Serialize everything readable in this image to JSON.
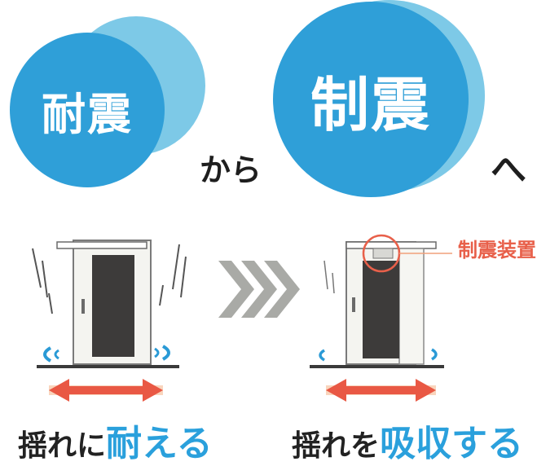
{
  "headline": {
    "from_text": "耐震",
    "joiner_text": "から",
    "to_text": "制震",
    "tail_text": "へ"
  },
  "left_panel": {
    "caption_plain": "揺れに",
    "caption_highlight": "耐える"
  },
  "right_panel": {
    "device_label": "制震装置",
    "caption_plain": "揺れを",
    "caption_highlight": "吸収する"
  },
  "colors": {
    "circle_front": "#2f9fd8",
    "circle_back": "#6fc3e4",
    "highlight_text": "#2aa0dc",
    "arrow_red": "#e8503a",
    "device_label": "#e8604a",
    "chevrons": "#a9aaa6"
  }
}
